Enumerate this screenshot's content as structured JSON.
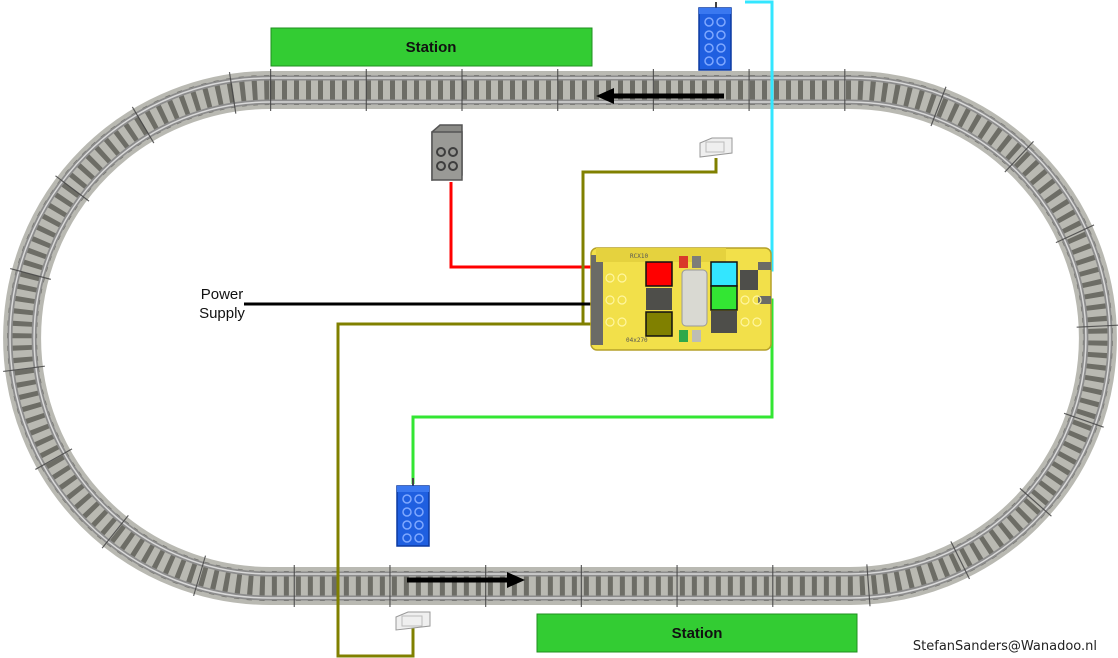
{
  "diagram": {
    "stations": [
      {
        "label": "Station"
      },
      {
        "label": "Station"
      }
    ],
    "power_supply": {
      "line1": "Power",
      "line2": "Supply"
    },
    "credit": "StefanSanders@Wanadoo.nl",
    "controller": {
      "top_label": "RCX10",
      "bottom_label": "04x270"
    },
    "wire_colors": {
      "sensor_output_red": "#ff0000",
      "cyan": "#33e6ff",
      "green": "#33e633",
      "olive": "#808000",
      "power": "#000000"
    },
    "colors": {
      "station": "#33cc33",
      "rail": "#8a8a8a",
      "sleeper": "#7a7a72",
      "controller": "#f2e04a",
      "sensor_blue": "#1f5fe0"
    },
    "arrows": [
      {
        "direction": "left",
        "track": "top"
      },
      {
        "direction": "right",
        "track": "bottom"
      }
    ]
  }
}
